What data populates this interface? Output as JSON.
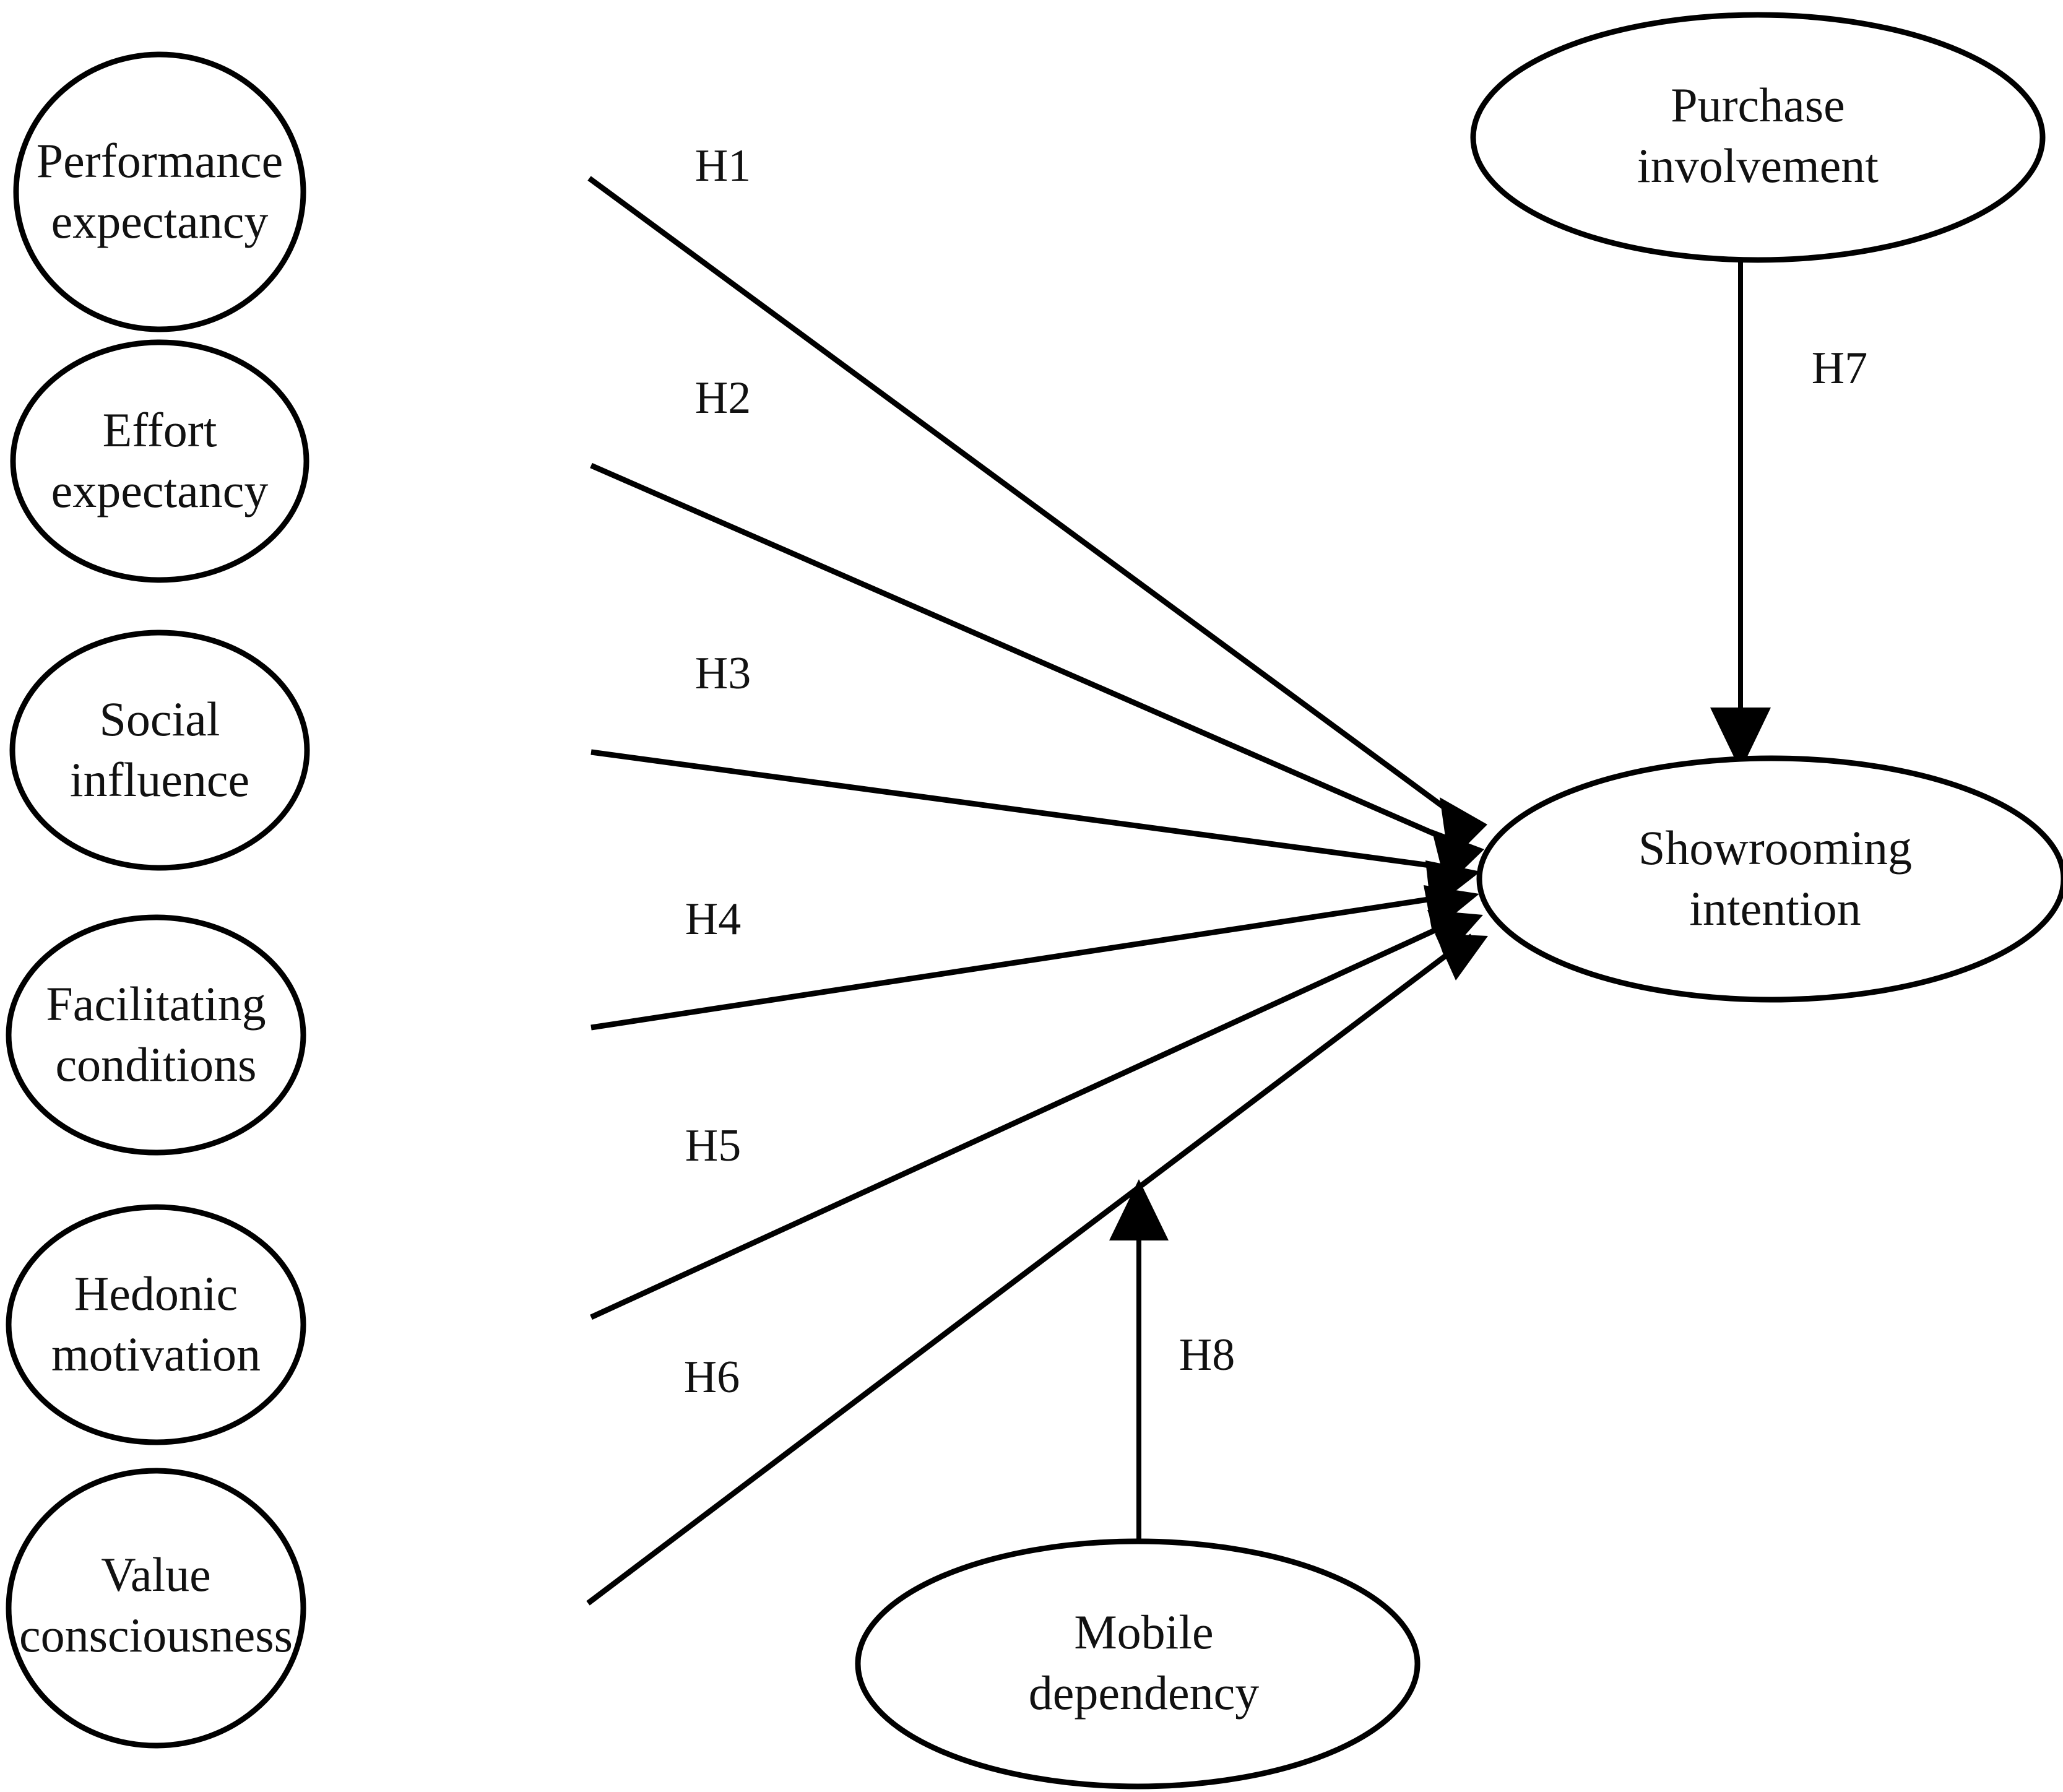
{
  "diagram": {
    "type": "research-model",
    "title": "",
    "background_color": "#ffffff",
    "line_color": "#000000",
    "text_color": "#111111"
  },
  "nodes": [
    {
      "id": "performance-expectancy",
      "line1": "Performance",
      "line2": "expectancy"
    },
    {
      "id": "effort-expectancy",
      "line1": "Effort",
      "line2": "expectancy"
    },
    {
      "id": "social-influence",
      "line1": "Social",
      "line2": "influence"
    },
    {
      "id": "facilitating-conditions",
      "line1": "Facilitating",
      "line2": "conditions"
    },
    {
      "id": "hedonic-motivation",
      "line1": "Hedonic",
      "line2": "motivation"
    },
    {
      "id": "value-consciousness",
      "line1": "Value",
      "line2": "consciousness"
    },
    {
      "id": "purchase-involvement",
      "line1": "Purchase",
      "line2": "involvement"
    },
    {
      "id": "showrooming-intention",
      "line1": "Showrooming",
      "line2": "intention"
    },
    {
      "id": "mobile-dependency",
      "line1": "Mobile",
      "line2": "dependency"
    }
  ],
  "hypotheses": [
    {
      "id": "H1",
      "label": "H1",
      "from": "performance-expectancy",
      "to": "showrooming-intention"
    },
    {
      "id": "H2",
      "label": "H2",
      "from": "effort-expectancy",
      "to": "showrooming-intention"
    },
    {
      "id": "H3",
      "label": "H3",
      "from": "social-influence",
      "to": "showrooming-intention"
    },
    {
      "id": "H4",
      "label": "H4",
      "from": "facilitating-conditions",
      "to": "showrooming-intention"
    },
    {
      "id": "H5",
      "label": "H5",
      "from": "hedonic-motivation",
      "to": "showrooming-intention"
    },
    {
      "id": "H6",
      "label": "H6",
      "from": "value-consciousness",
      "to": "showrooming-intention"
    },
    {
      "id": "H7",
      "label": "H7",
      "from": "purchase-involvement",
      "to": "showrooming-intention"
    },
    {
      "id": "H8",
      "label": "H8",
      "from": "mobile-dependency",
      "to": "H6-path"
    }
  ]
}
